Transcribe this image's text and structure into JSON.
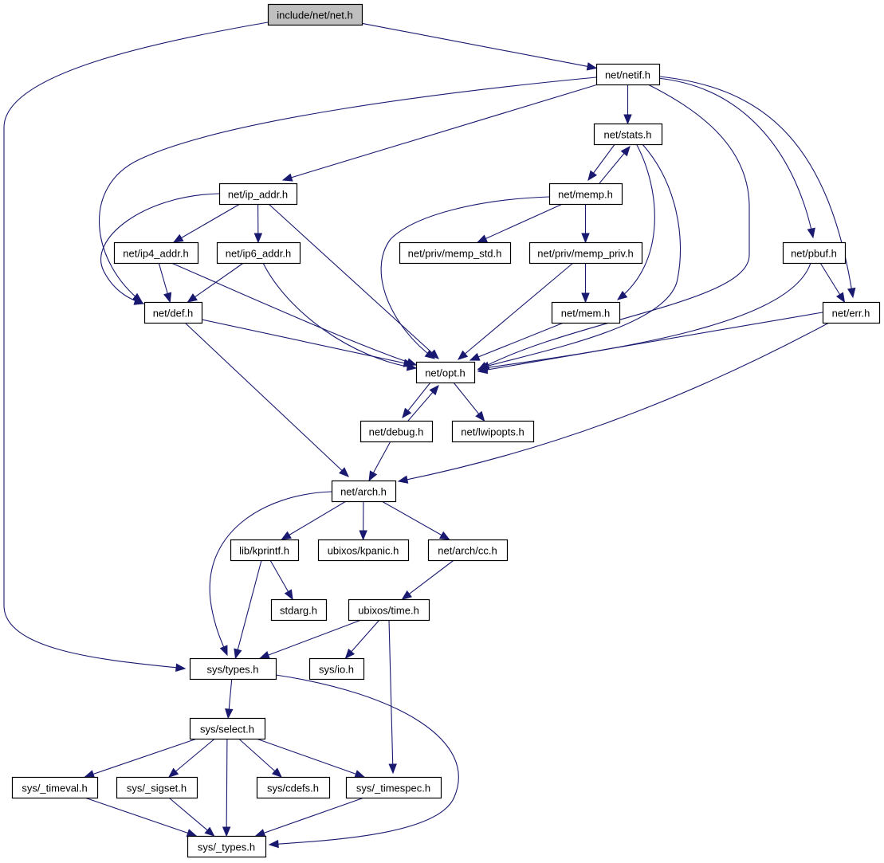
{
  "diagram": {
    "title": "include/net/net.h include dependency graph",
    "colors": {
      "edge": "#191970",
      "root_fill": "#bfbfbf",
      "node_fill": "#ffffff",
      "node_border": "#000000"
    },
    "nodes": [
      {
        "id": "net_h",
        "label": "include/net/net.h",
        "root": true
      },
      {
        "id": "netif",
        "label": "net/netif.h"
      },
      {
        "id": "stats",
        "label": "net/stats.h"
      },
      {
        "id": "ip_addr",
        "label": "net/ip_addr.h"
      },
      {
        "id": "memp",
        "label": "net/memp.h"
      },
      {
        "id": "ip4_addr",
        "label": "net/ip4_addr.h"
      },
      {
        "id": "ip6_addr",
        "label": "net/ip6_addr.h"
      },
      {
        "id": "memp_std",
        "label": "net/priv/memp_std.h"
      },
      {
        "id": "memp_priv",
        "label": "net/priv/memp_priv.h"
      },
      {
        "id": "pbuf",
        "label": "net/pbuf.h"
      },
      {
        "id": "def",
        "label": "net/def.h"
      },
      {
        "id": "mem",
        "label": "net/mem.h"
      },
      {
        "id": "err",
        "label": "net/err.h"
      },
      {
        "id": "opt",
        "label": "net/opt.h"
      },
      {
        "id": "debug",
        "label": "net/debug.h"
      },
      {
        "id": "lwipopts",
        "label": "net/lwipopts.h"
      },
      {
        "id": "arch",
        "label": "net/arch.h"
      },
      {
        "id": "kprintf",
        "label": "lib/kprintf.h"
      },
      {
        "id": "kpanic",
        "label": "ubixos/kpanic.h"
      },
      {
        "id": "cc",
        "label": "net/arch/cc.h"
      },
      {
        "id": "stdarg",
        "label": "stdarg.h"
      },
      {
        "id": "time",
        "label": "ubixos/time.h"
      },
      {
        "id": "types",
        "label": "sys/types.h"
      },
      {
        "id": "io",
        "label": "sys/io.h"
      },
      {
        "id": "select",
        "label": "sys/select.h"
      },
      {
        "id": "timeval",
        "label": "sys/_timeval.h"
      },
      {
        "id": "sigset",
        "label": "sys/_sigset.h"
      },
      {
        "id": "cdefs",
        "label": "sys/cdefs.h"
      },
      {
        "id": "timespec",
        "label": "sys/_timespec.h"
      },
      {
        "id": "_types",
        "label": "sys/_types.h"
      }
    ],
    "edges": [
      {
        "from": "net_h",
        "to": "netif"
      },
      {
        "from": "net_h",
        "to": "types"
      },
      {
        "from": "netif",
        "to": "stats"
      },
      {
        "from": "netif",
        "to": "ip_addr"
      },
      {
        "from": "netif",
        "to": "def"
      },
      {
        "from": "netif",
        "to": "opt"
      },
      {
        "from": "netif",
        "to": "pbuf"
      },
      {
        "from": "netif",
        "to": "err"
      },
      {
        "from": "stats",
        "to": "memp"
      },
      {
        "from": "memp",
        "to": "stats"
      },
      {
        "from": "stats",
        "to": "mem"
      },
      {
        "from": "stats",
        "to": "opt"
      },
      {
        "from": "ip_addr",
        "to": "ip4_addr"
      },
      {
        "from": "ip_addr",
        "to": "ip6_addr"
      },
      {
        "from": "ip_addr",
        "to": "def"
      },
      {
        "from": "ip_addr",
        "to": "opt"
      },
      {
        "from": "ip4_addr",
        "to": "def"
      },
      {
        "from": "ip4_addr",
        "to": "opt"
      },
      {
        "from": "ip6_addr",
        "to": "def"
      },
      {
        "from": "ip6_addr",
        "to": "opt"
      },
      {
        "from": "memp",
        "to": "memp_std"
      },
      {
        "from": "memp",
        "to": "memp_priv"
      },
      {
        "from": "memp",
        "to": "opt"
      },
      {
        "from": "memp_priv",
        "to": "mem"
      },
      {
        "from": "memp_priv",
        "to": "opt"
      },
      {
        "from": "mem",
        "to": "opt"
      },
      {
        "from": "pbuf",
        "to": "err"
      },
      {
        "from": "pbuf",
        "to": "opt"
      },
      {
        "from": "err",
        "to": "opt"
      },
      {
        "from": "err",
        "to": "arch"
      },
      {
        "from": "def",
        "to": "opt"
      },
      {
        "from": "def",
        "to": "arch"
      },
      {
        "from": "opt",
        "to": "debug"
      },
      {
        "from": "debug",
        "to": "opt"
      },
      {
        "from": "opt",
        "to": "lwipopts"
      },
      {
        "from": "debug",
        "to": "arch"
      },
      {
        "from": "arch",
        "to": "kprintf"
      },
      {
        "from": "arch",
        "to": "kpanic"
      },
      {
        "from": "arch",
        "to": "cc"
      },
      {
        "from": "arch",
        "to": "types"
      },
      {
        "from": "kprintf",
        "to": "stdarg"
      },
      {
        "from": "kprintf",
        "to": "types"
      },
      {
        "from": "cc",
        "to": "time"
      },
      {
        "from": "time",
        "to": "types"
      },
      {
        "from": "time",
        "to": "io"
      },
      {
        "from": "time",
        "to": "timespec"
      },
      {
        "from": "types",
        "to": "select"
      },
      {
        "from": "types",
        "to": "_types"
      },
      {
        "from": "select",
        "to": "timeval"
      },
      {
        "from": "select",
        "to": "sigset"
      },
      {
        "from": "select",
        "to": "_types"
      },
      {
        "from": "select",
        "to": "cdefs"
      },
      {
        "from": "select",
        "to": "timespec"
      },
      {
        "from": "timeval",
        "to": "_types"
      },
      {
        "from": "sigset",
        "to": "_types"
      },
      {
        "from": "timespec",
        "to": "_types"
      }
    ]
  }
}
